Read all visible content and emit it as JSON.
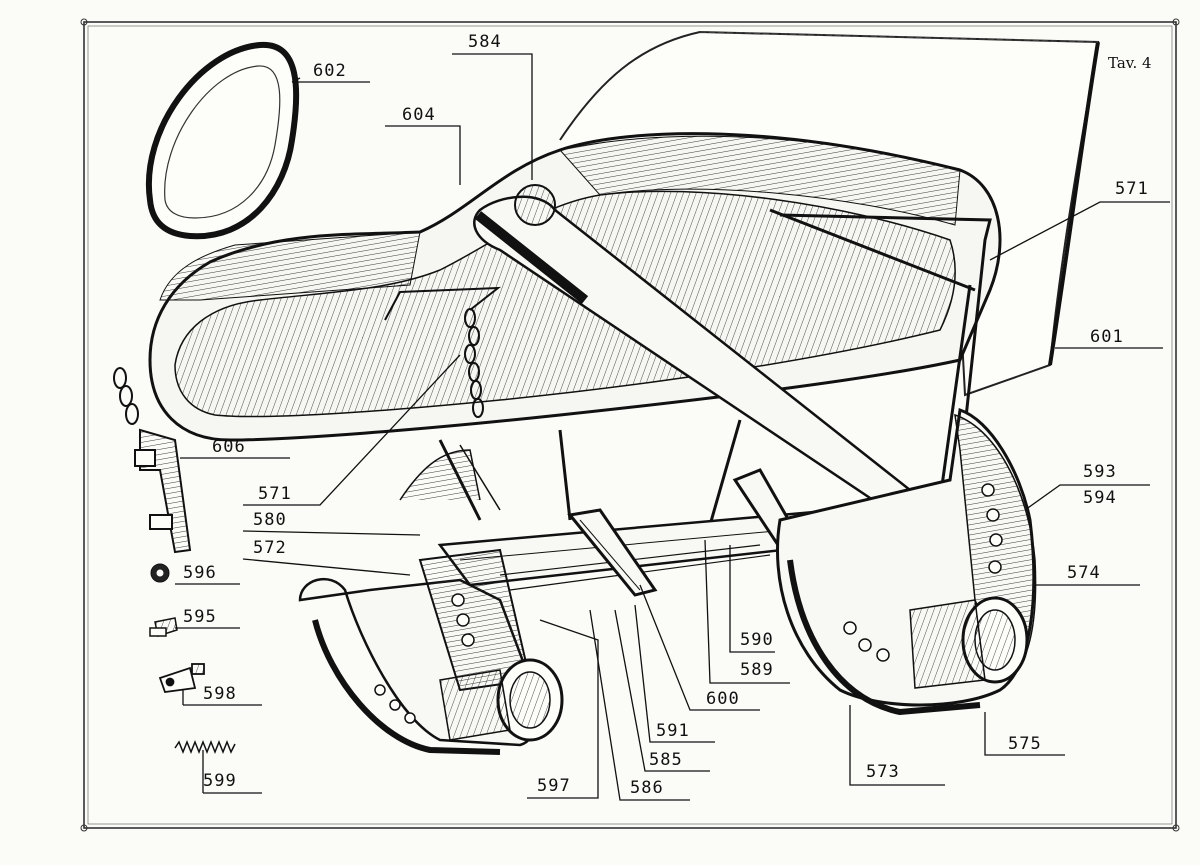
{
  "plate": {
    "title": "Tav. 4",
    "frame_color": "#333333",
    "ink_color": "#1a1a1a",
    "paper_color": "#fbfbf8"
  },
  "callouts": {
    "c602": "602",
    "c604": "604",
    "c584": "584",
    "c571_top": "571",
    "c601": "601",
    "c606": "606",
    "c571_left": "571",
    "c580": "580",
    "c572": "572",
    "c596": "596",
    "c595": "595",
    "c598": "598",
    "c599": "599",
    "c593": "593",
    "c594": "594",
    "c574": "574",
    "c590": "590",
    "c589": "589",
    "c600": "600",
    "c591": "591",
    "c585": "585",
    "c586": "586",
    "c597": "597",
    "c573": "573",
    "c575": "575"
  }
}
